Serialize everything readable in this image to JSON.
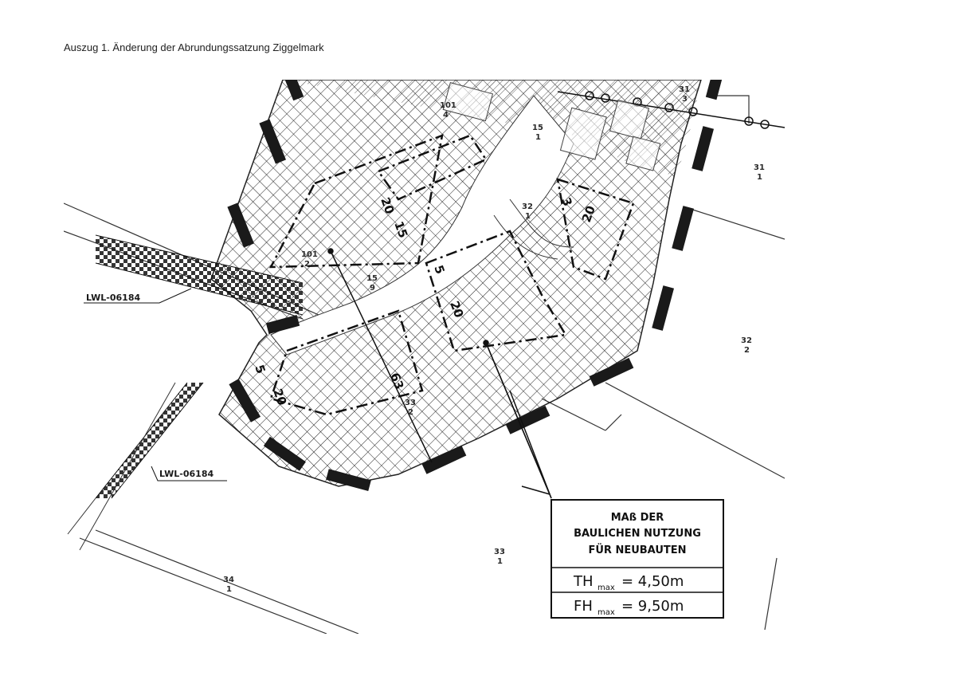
{
  "document": {
    "title": "Auszug 1. Änderung der Abrundungssatzung Ziggelmark"
  },
  "map": {
    "cable_labels": {
      "upper": "LWL-06184",
      "lower": "LWL-06184"
    },
    "parcels": {
      "p101_4": {
        "top": "101",
        "bottom": "4"
      },
      "p31_3": {
        "top": "31",
        "bottom": "3"
      },
      "p15_1": {
        "top": "15",
        "bottom": "1"
      },
      "p31_1": {
        "top": "31",
        "bottom": "1"
      },
      "p32_1": {
        "top": "32",
        "bottom": "1"
      },
      "p101_2": {
        "top": "101",
        "bottom": "2"
      },
      "p15_9": {
        "top": "15",
        "bottom": "9"
      },
      "p32_2": {
        "top": "32",
        "bottom": "2"
      },
      "p33_2": {
        "top": "33",
        "bottom": "2"
      },
      "p33_1": {
        "top": "33",
        "bottom": "1"
      },
      "p34": {
        "top": "34",
        "bottom": "1"
      }
    },
    "dimensions": {
      "d20_a": "20",
      "d15_a": "15",
      "d3": "3",
      "d20_b": "20",
      "d5_a": "5",
      "d20_c": "20",
      "d63": "63",
      "d5_b": "5",
      "d20_d": "20"
    }
  },
  "legend": {
    "heading_line1": "MAß DER",
    "heading_line2": "BAULICHEN NUTZUNG",
    "heading_line3": "FÜR NEUBAUTEN",
    "th_symbol": "TH",
    "th_sub": "max",
    "th_value": "= 4,50m",
    "fh_symbol": "FH",
    "fh_sub": "max",
    "fh_value": "= 9,50m"
  }
}
